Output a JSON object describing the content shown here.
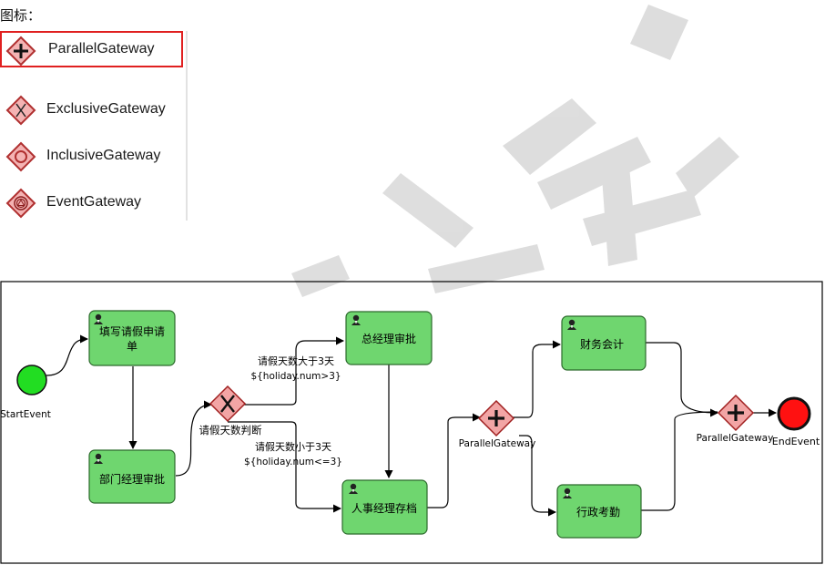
{
  "heading": "图标：",
  "palette": {
    "items": [
      {
        "label": "ParallelGateway",
        "icon": "parallel-gateway-icon",
        "selected": true
      },
      {
        "label": "ExclusiveGateway",
        "icon": "exclusive-gateway-icon",
        "selected": false
      },
      {
        "label": "InclusiveGateway",
        "icon": "inclusive-gateway-icon",
        "selected": false
      },
      {
        "label": "EventGateway",
        "icon": "event-gateway-icon",
        "selected": false
      }
    ]
  },
  "diagram": {
    "start_event": "StartEvent",
    "end_event": "EndEvent",
    "tasks": {
      "fill_form_line1": "填写请假申请",
      "fill_form_line2": "单",
      "dept_manager": "部门经理审批",
      "general_manager": "总经理审批",
      "hr_archive": "人事经理存档",
      "finance": "财务会计",
      "admin_attendance": "行政考勤"
    },
    "gateways": {
      "exclusive_label": "请假天数判断",
      "parallel_fork_label": "ParallelGateway",
      "parallel_join_label": "ParallelGateway"
    },
    "conditions": {
      "gt3_line1": "请假天数大于3天",
      "gt3_line2": "${holiday.num>3}",
      "le3_line1": "请假天数小于3天",
      "le3_line2": "${holiday.num<=3}"
    }
  },
  "colors": {
    "task_fill": "#6fd66f",
    "gateway_fill": "#f2a5a5",
    "start_fill": "#22dd22",
    "end_fill": "#ff1111",
    "selection_border": "#e02020"
  }
}
